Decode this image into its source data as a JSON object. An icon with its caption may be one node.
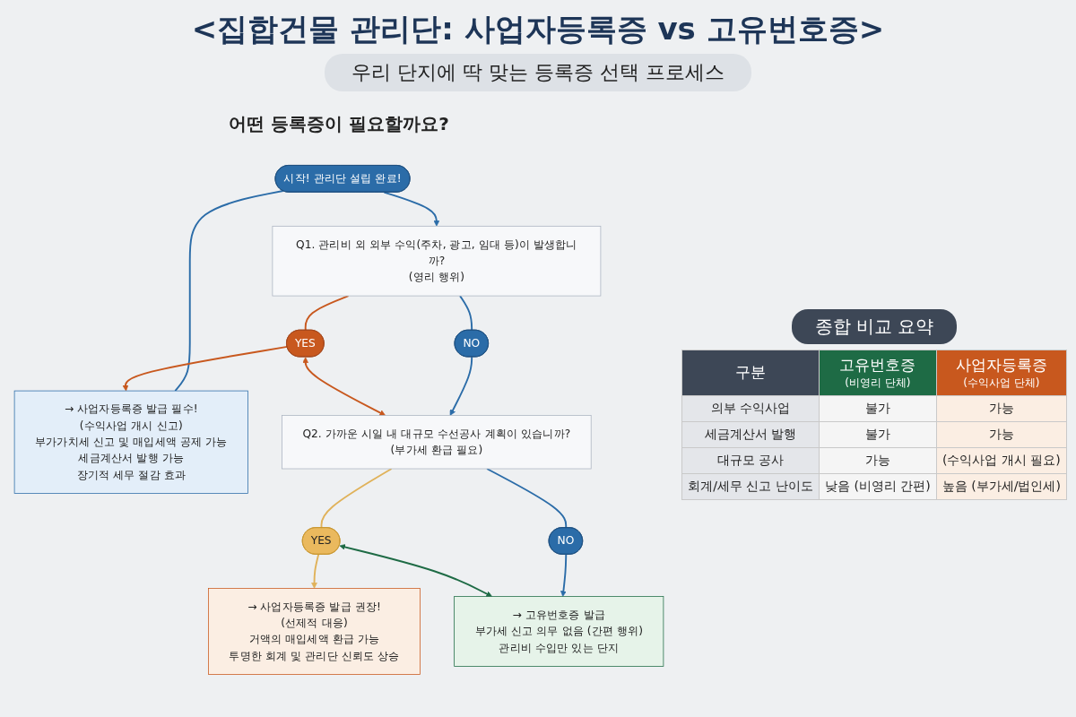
{
  "diagram": {
    "title": "<집합건물 관리단: 사업자등록증 vs 고유번호증>",
    "nodes": [
      {
        "text": [
          "시작! 관리단 설립 완료!"
        ],
        "beside": [
          "어떤 등록증이 필요할까요?"
        ]
      },
      {
        "text": [
          "Q1. 관리비 외 외부 수익(주차, 광고, 임대 등)이 발생합니까?",
          "(영리 행위)"
        ]
      },
      {
        "text": [
          "YES"
        ]
      },
      {
        "text": [
          "→ 사업자등록증 발급 필수!",
          "(수익사업 개시 신고)",
          "부가가치세 신고 및 매입세액 공제 가능",
          "세금계산서 발행 가능",
          "장기적 세무 절감 효과"
        ]
      },
      {
        "text": [
          "NO"
        ]
      },
      {
        "text": [
          "Q2. 가까운 시일 내 대규모 수선공사 계획이 있습니까?",
          "(부가세 환급 필요)"
        ]
      },
      {
        "text": [
          "YES"
        ]
      },
      {
        "text": [
          "→ 사업자등록증 발급 권장!",
          "(선제적 대응)",
          "거액의 매입세액 환급 가능",
          "투명한 회계 및 관리단 신뢰도 상승"
        ]
      },
      {
        "text": [
          "NO"
        ]
      },
      {
        "text": [
          "→ 고유번호증 발급",
          "부가세 신고 의무 없음 (간편 행위)",
          "관리비 수입만 있는 단지"
        ]
      }
    ],
    "edges": [
      {
        "from": 0,
        "to": 1,
        "arrow": "to"
      },
      {
        "from": 0,
        "to": 3,
        "arrow": "none"
      },
      {
        "from": 1,
        "to": 2,
        "arrow": "none",
        "color": "#c8581e"
      },
      {
        "from": 2,
        "to": 3,
        "arrow": "to",
        "color": "#c8581e"
      },
      {
        "from": 1,
        "to": 4,
        "arrow": "none"
      },
      {
        "from": 4,
        "to": 5,
        "arrow": "to"
      },
      {
        "from": 2,
        "to": 5,
        "arrow": "both",
        "color": "#c8581e"
      },
      {
        "from": 5,
        "to": 6,
        "arrow": "none",
        "color": "#e0b25a"
      },
      {
        "from": 6,
        "to": 7,
        "arrow": "to",
        "color": "#e0b25a"
      },
      {
        "from": 5,
        "to": 8,
        "arrow": "none"
      },
      {
        "from": 8,
        "to": 9,
        "arrow": "to"
      },
      {
        "from": 6,
        "to": 9,
        "arrow": "both",
        "color": "#1e6b45"
      }
    ],
    "labels": [
      "우리 단지에 딱 맞는 등록증 선택 프로세스",
      "종합 비교 요약",
      "구분",
      "고유번호증",
      "(비영리 단체)",
      "사업자등록증",
      "(수익사업 단체)",
      "의부 수익사업",
      "불가",
      "가능",
      "세금계산서 발행",
      "불가",
      "가능",
      "대규모 공사",
      "가능",
      "(수익사업 개시 필요)",
      "회계/세무 신고 난이도",
      "낮음 (비영리 간편)",
      "높음 (부가세/법인세)"
    ]
  }
}
